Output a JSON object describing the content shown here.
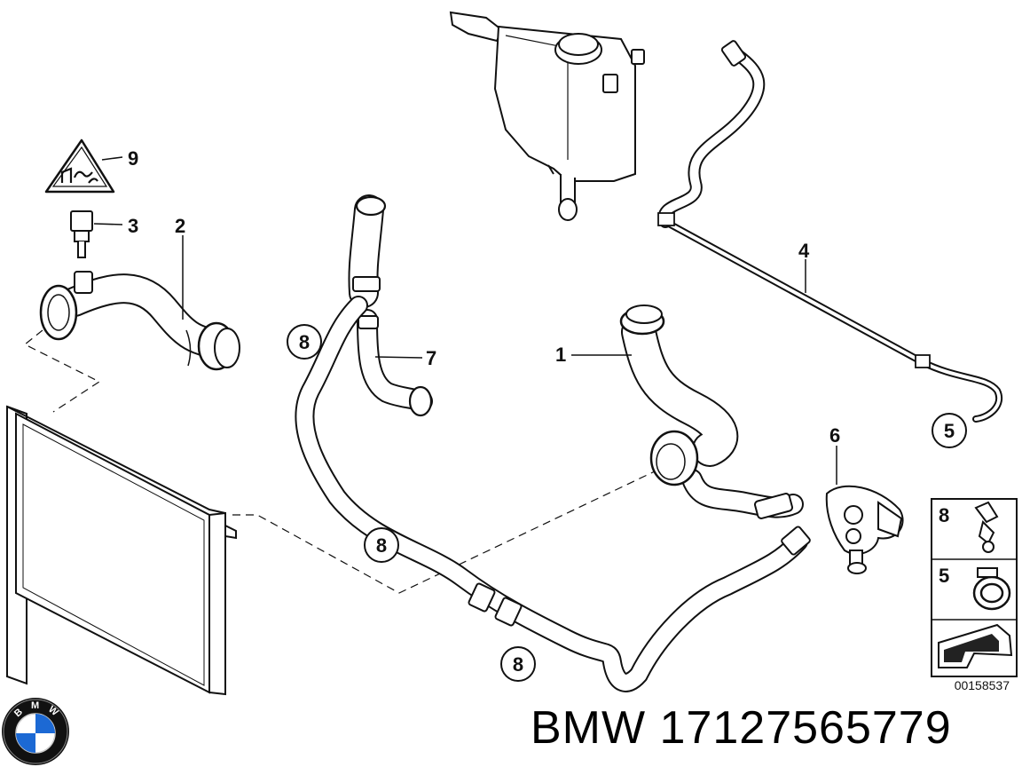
{
  "callouts": {
    "c1": "1",
    "c2": "2",
    "c3": "3",
    "c4": "4",
    "c5": "5",
    "c6": "6",
    "c7": "7",
    "c8a": "8",
    "c8b": "8",
    "c8c": "8",
    "c9": "9"
  },
  "legend": {
    "item8": "8",
    "item5": "5"
  },
  "reference_number": "00158537",
  "part_title": "BMW 17127565779",
  "logo": {
    "letters": [
      "B",
      "M",
      "W"
    ]
  },
  "colors": {
    "line": "#111111",
    "hose": "#ffffff",
    "logo_blue": "#1c69d4"
  }
}
